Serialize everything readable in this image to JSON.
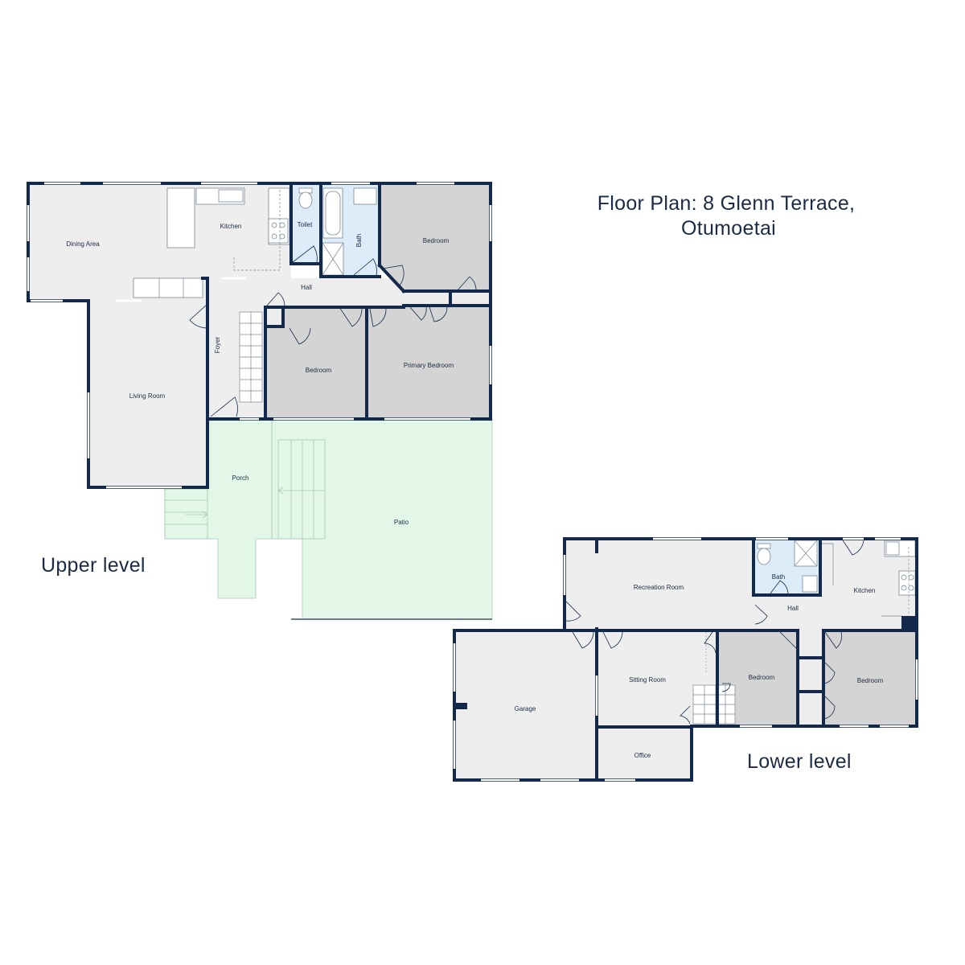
{
  "title": {
    "line1": "Floor Plan: 8 Glenn Terrace,",
    "line2": "Otumoetai"
  },
  "upper_level": {
    "label": "Upper level",
    "rooms": {
      "dining_area": "Dining Area",
      "kitchen": "Kitchen",
      "toilet": "Toilet",
      "bath": "Bath",
      "bedroom_ne": "Bedroom",
      "hall": "Hall",
      "foyer": "Foyer",
      "living_room": "Living Room",
      "bedroom_mid": "Bedroom",
      "primary_bedroom": "Primary Bedroom",
      "porch": "Porch",
      "patio": "Patio"
    }
  },
  "lower_level": {
    "label": "Lower level",
    "rooms": {
      "recreation_room": "Recreation Room",
      "bath": "Bath",
      "kitchen": "Kitchen",
      "hall": "Hall",
      "garage": "Garage",
      "sitting_room": "Sitting Room",
      "bedroom_mid": "Bedroom",
      "bedroom_east": "Bedroom",
      "office": "Office"
    }
  },
  "colors": {
    "wall": "#13294b",
    "floor": "#eeeeee",
    "bedroom_floor": "#d4d4d4",
    "wet_floor": "#dcecf8",
    "outdoor_floor": "#e2f7e8"
  }
}
